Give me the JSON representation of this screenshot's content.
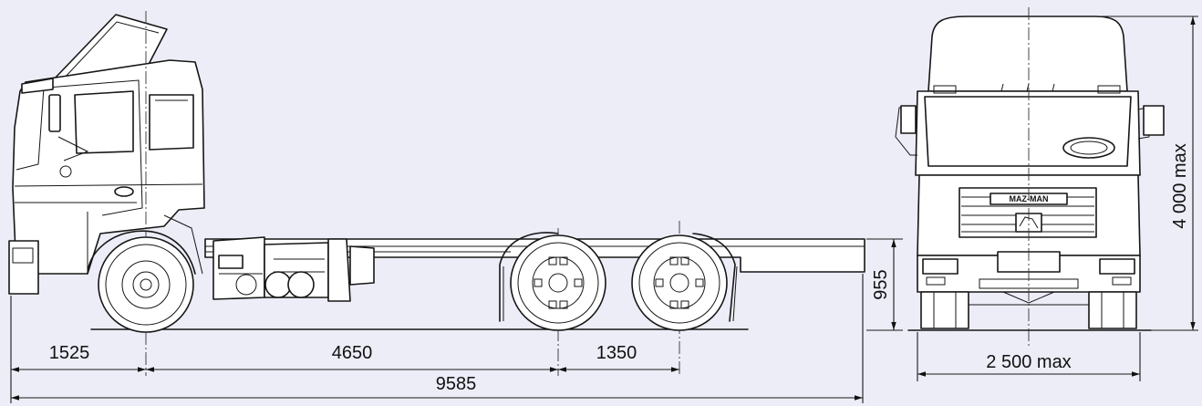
{
  "diagram": {
    "badge_text": "MAZ-MAN",
    "dimensions": {
      "front_overhang": "1525",
      "wheelbase": "4650",
      "tandem_spacing": "1350",
      "overall_length": "9585",
      "frame_height": "955",
      "width": "2 500 max",
      "height": "4 000 max"
    }
  }
}
